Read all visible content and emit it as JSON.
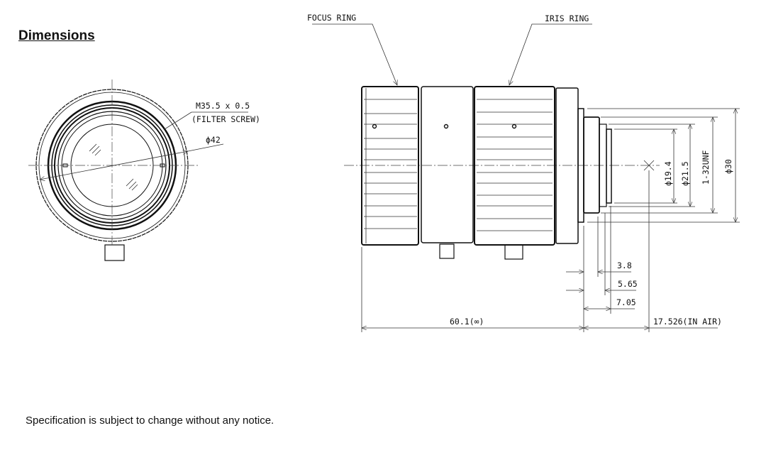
{
  "header": {
    "title": "Dimensions"
  },
  "front_view": {
    "thread_label": "M35.5 x 0.5",
    "filter_label": "(FILTER SCREW)",
    "diameter_label": "ϕ42"
  },
  "side_view": {
    "focus_ring_label": "FOCUS RING",
    "iris_ring_label": "IRIS RING",
    "dims": {
      "d19": "ϕ19.4",
      "d21": "ϕ21.5",
      "mount": "1-32UNF",
      "d30": "ϕ30",
      "l38": "3.8",
      "l565": "5.65",
      "l705": "7.05",
      "l601": "60.1(∞)",
      "l17": "17.526(IN AIR)"
    }
  },
  "footer": {
    "note": "Specification is subject to change without any notice."
  }
}
